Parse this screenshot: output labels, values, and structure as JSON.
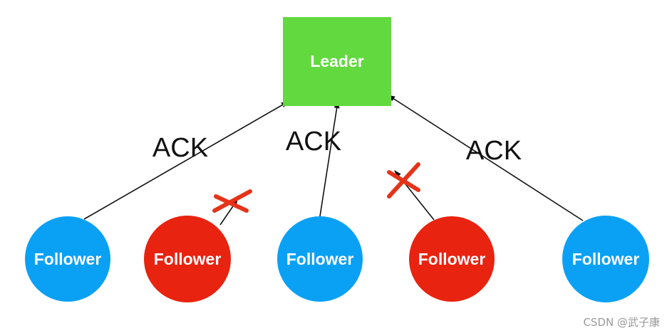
{
  "leader": {
    "label": "Leader",
    "color": "#62d93e"
  },
  "followers": [
    {
      "label": "Follower",
      "status": "ok",
      "color": "#0aa1f5"
    },
    {
      "label": "Follower",
      "status": "failed",
      "color": "#e8230f"
    },
    {
      "label": "Follower",
      "status": "ok",
      "color": "#0aa1f5"
    },
    {
      "label": "Follower",
      "status": "failed",
      "color": "#e8230f"
    },
    {
      "label": "Follower",
      "status": "ok",
      "color": "#0aa1f5"
    }
  ],
  "acks": [
    {
      "label": "ACK"
    },
    {
      "label": "ACK"
    },
    {
      "label": "ACK"
    }
  ],
  "failed_mark_color": "#e53319",
  "watermark": "CSDN @武子康"
}
